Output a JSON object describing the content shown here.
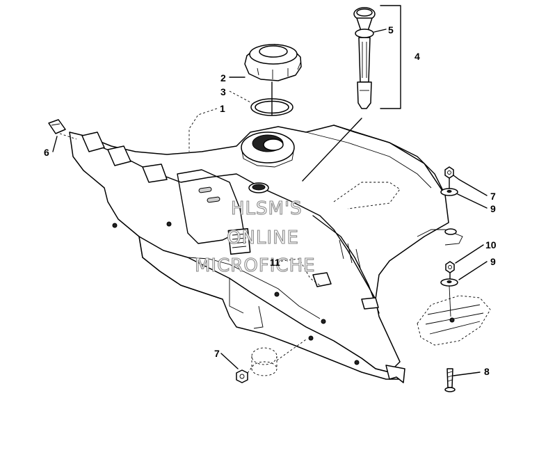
{
  "callouts": {
    "c1": "1",
    "c2": "2",
    "c3": "3",
    "c4": "4",
    "c5": "5",
    "c6": "6",
    "c7a": "7",
    "c7b": "7",
    "c8": "8",
    "c9a": "9",
    "c9b": "9",
    "c10": "10",
    "c11": "11"
  },
  "watermark": {
    "line1": "HLSM'S",
    "line2": "ONLINE",
    "line3": "MICROFICHE"
  }
}
